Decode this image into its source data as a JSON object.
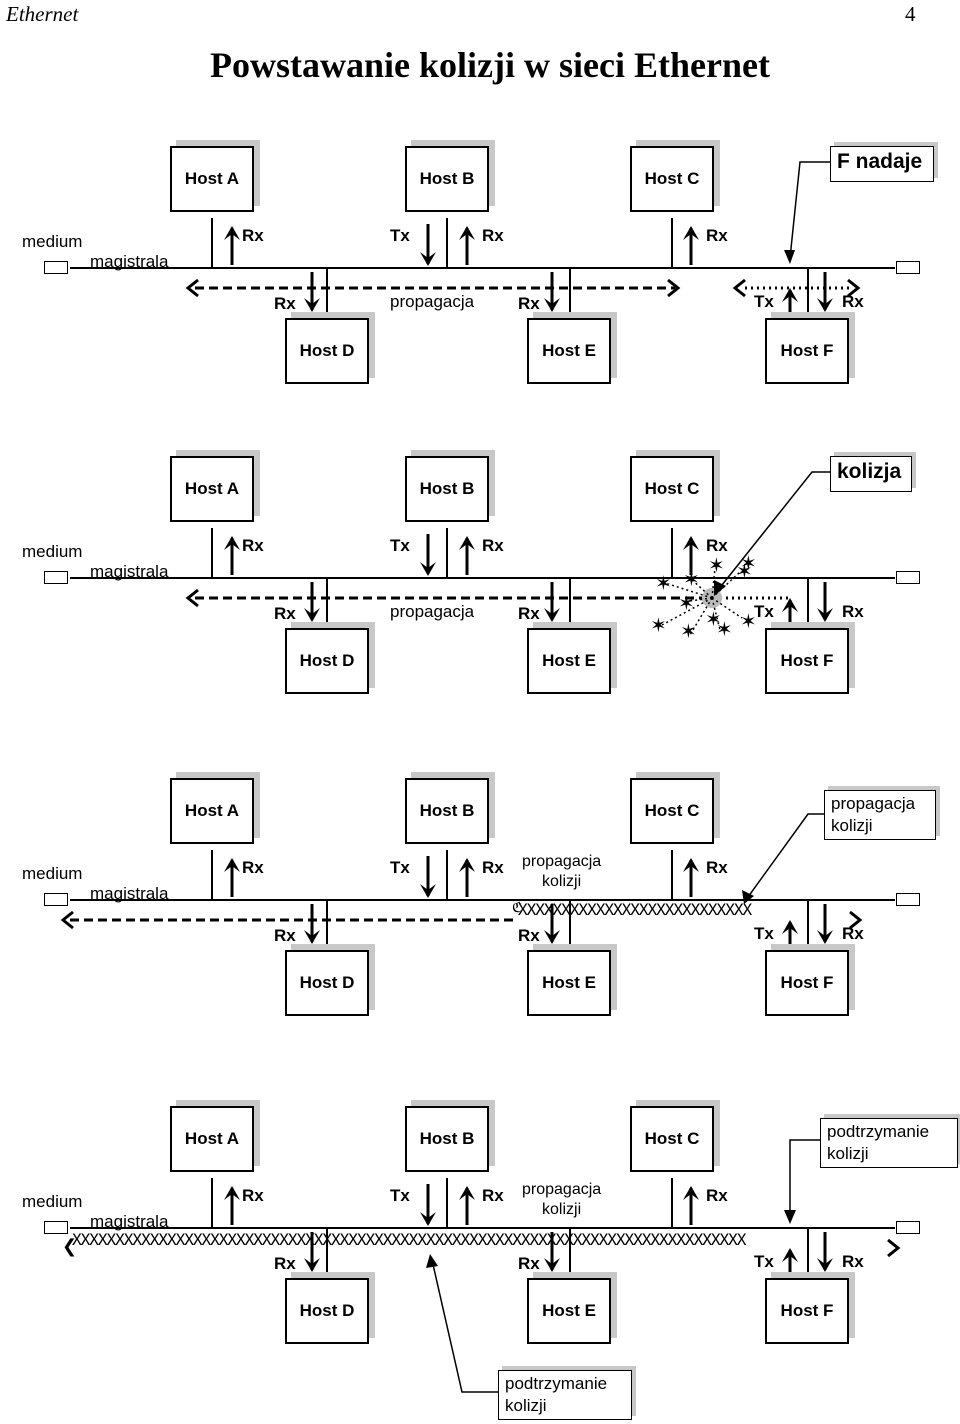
{
  "header": {
    "left": "Ethernet",
    "right": "4"
  },
  "title": "Powstawanie kolizji w sieci Ethernet",
  "hosts": {
    "a": "Host A",
    "b": "Host B",
    "c": "Host C",
    "d": "Host D",
    "e": "Host E",
    "f": "Host F"
  },
  "labels": {
    "medium": "medium",
    "magistrala": "magistrala",
    "rx": "Rx",
    "tx": "Tx",
    "propagacja": "propagacja",
    "propagacja_kolizji_1": "propagacja",
    "propagacja_kolizji_2": "kolizji"
  },
  "callouts": {
    "p1": "F nadaje",
    "p2": "kolizja",
    "p3_line1": "propagacja",
    "p3_line2": "kolizji",
    "p4_line1": "podtrzymanie",
    "p4_line2": "kolizji",
    "bottom_line1": "podtrzymanie",
    "bottom_line2": "kolizji"
  }
}
